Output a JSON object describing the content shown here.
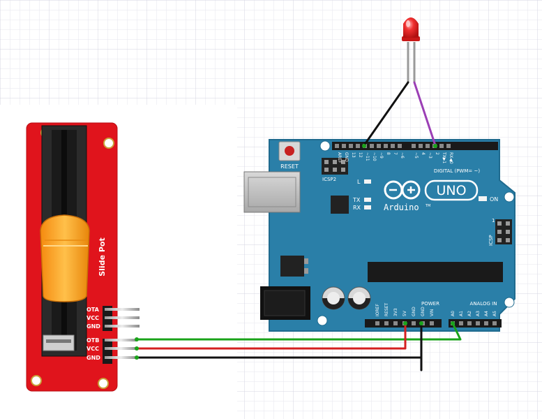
{
  "slide_pot": {
    "label": "Slide Pot",
    "pins_top": [
      "OTA",
      "VCC",
      "GND"
    ],
    "pins_bottom": [
      "OTB",
      "VCC",
      "GND"
    ]
  },
  "arduino": {
    "brand": "Arduino",
    "model": "UNO",
    "tm": "TM",
    "reset_label": "RESET",
    "icsp2_label": "ICSP2",
    "icsp_label": "ICSP",
    "icsp_num": "1",
    "on_label": "ON",
    "led_l": "L",
    "led_tx": "TX",
    "led_rx": "RX",
    "digital_label": "DIGITAL (PWM= ~)",
    "power_label": "POWER",
    "analog_label": "ANALOG IN",
    "digital_pins": [
      "AREF",
      "GND",
      "13",
      "12",
      "~11",
      "~10",
      "~9",
      "8",
      "7",
      "~6",
      "~5",
      "4",
      "~3",
      "2",
      "TX▶1",
      "RX◀0"
    ],
    "power_pins": [
      "IOREF",
      "RESET",
      "3V3",
      "5V",
      "GND",
      "GND",
      "VIN"
    ],
    "analog_pins": [
      "A0",
      "A1",
      "A2",
      "A3",
      "A4",
      "A5"
    ]
  },
  "wires": {
    "green": "#1aa31a",
    "red": "#d42020",
    "black": "#111111",
    "purple": "#9b3fb5"
  },
  "colors": {
    "board_blue": "#2a7fa8",
    "pot_red": "#e0141c",
    "knob_orange": "#f7a21b",
    "led_red": "#e52a2a"
  }
}
